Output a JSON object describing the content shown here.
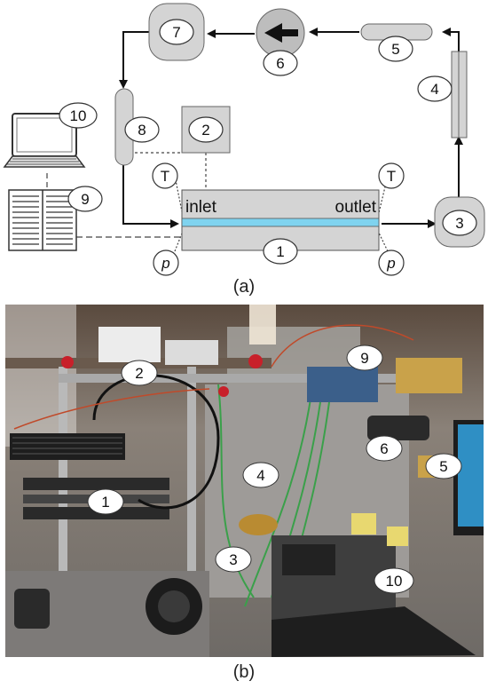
{
  "schematic": {
    "inlet_label": "inlet",
    "outlet_label": "outlet",
    "temp_symbol": "T",
    "pressure_symbol": "p",
    "numbers": {
      "n1": "1",
      "n2": "2",
      "n3": "3",
      "n4": "4",
      "n5": "5",
      "n6": "6",
      "n7": "7",
      "n8": "8",
      "n9": "9",
      "n10": "10"
    },
    "caption": "(a)"
  },
  "photo": {
    "labels": {
      "l1": "1",
      "l2": "2",
      "l3": "3",
      "l4": "4",
      "l5": "5",
      "l6": "6",
      "l9": "9",
      "l10": "10"
    },
    "caption": "(b)"
  },
  "colors": {
    "component_fill": "#d4d4d4",
    "channel": "#7fd3ef",
    "stroke": "#333333",
    "arrow": "#111111"
  }
}
